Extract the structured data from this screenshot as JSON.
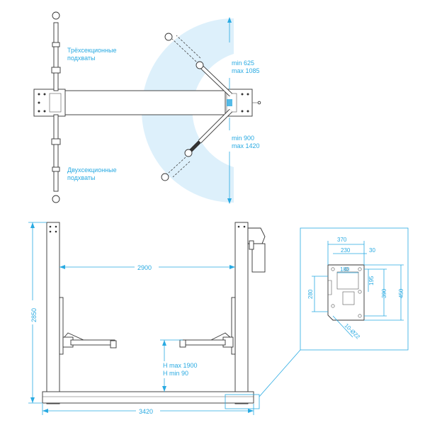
{
  "top_view": {
    "label_three_section": [
      "Трёхсекционные",
      "подхваты"
    ],
    "label_two_section": [
      "Двухсекционные",
      "подхваты"
    ],
    "upper_range": [
      "min 625",
      "max 1085"
    ],
    "lower_range": [
      "min 900",
      "max 1420"
    ]
  },
  "front_view": {
    "height": "2850",
    "inner_width": "2900",
    "outer_width": "3420",
    "lift_height": [
      "H max 1900",
      "H min 90"
    ]
  },
  "base_plate_detail": {
    "width_outer": "370",
    "width_bolt": "230",
    "offset": "30",
    "width_inner": "180",
    "height_left": "280",
    "height_inner": "195",
    "height_bolt": "390",
    "height_outer": "450",
    "hole": "10-Ø22"
  },
  "colors": {
    "accent": "#29aae2",
    "arc_fill": "#ddf0fb",
    "line": "#333333"
  }
}
